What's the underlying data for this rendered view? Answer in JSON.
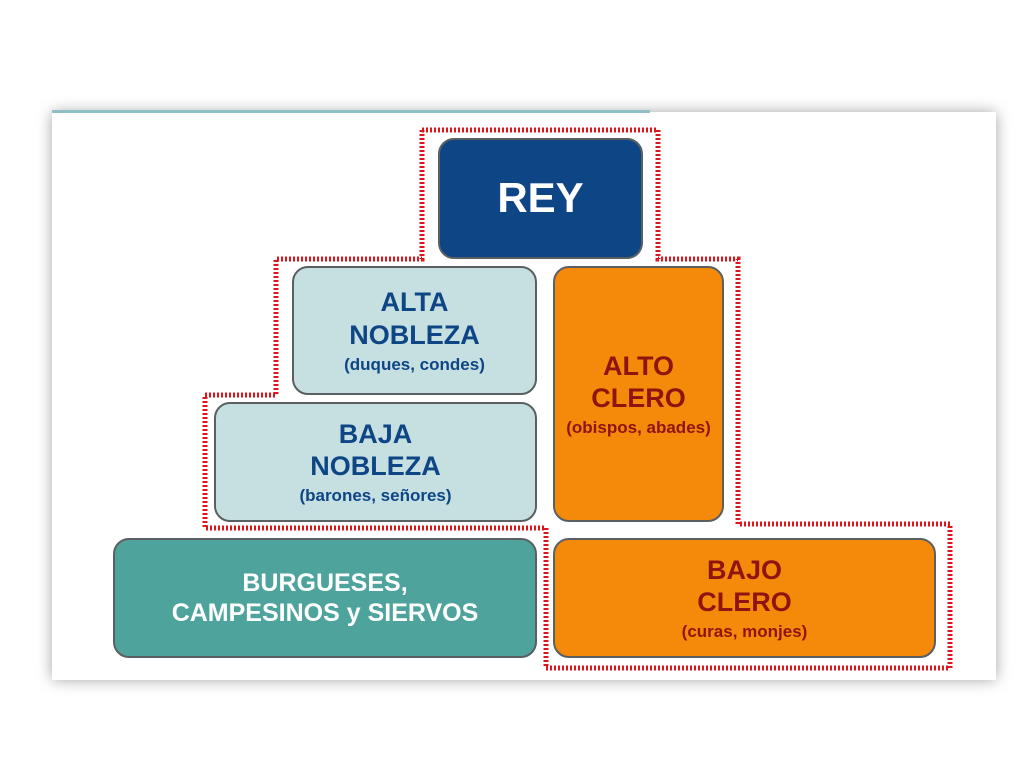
{
  "diagram": {
    "rey": {
      "title": "REY"
    },
    "alta_nobleza": {
      "line1": "ALTA",
      "line2": "NOBLEZA",
      "sub": "(duques, condes)"
    },
    "baja_nobleza": {
      "line1": "BAJA",
      "line2": "NOBLEZA",
      "sub": "(barones, señores)"
    },
    "alto_clero": {
      "line1": "ALTO",
      "line2": "CLERO",
      "sub": "(obispos, abades)"
    },
    "bajo_clero": {
      "line1": "BAJO",
      "line2": "CLERO",
      "sub": "(curas, monjes)"
    },
    "burgueses": {
      "line1": "BURGUESES,",
      "line2": "CAMPESINOS y SIERVOS"
    }
  },
  "colors": {
    "rey": "#0d4585",
    "nobleza": "#c6e0e2",
    "clero": "#f58a0a",
    "clero_text": "#8f1410",
    "burgueses": "#4ea49c",
    "privileged_outline": "#e0151b"
  }
}
